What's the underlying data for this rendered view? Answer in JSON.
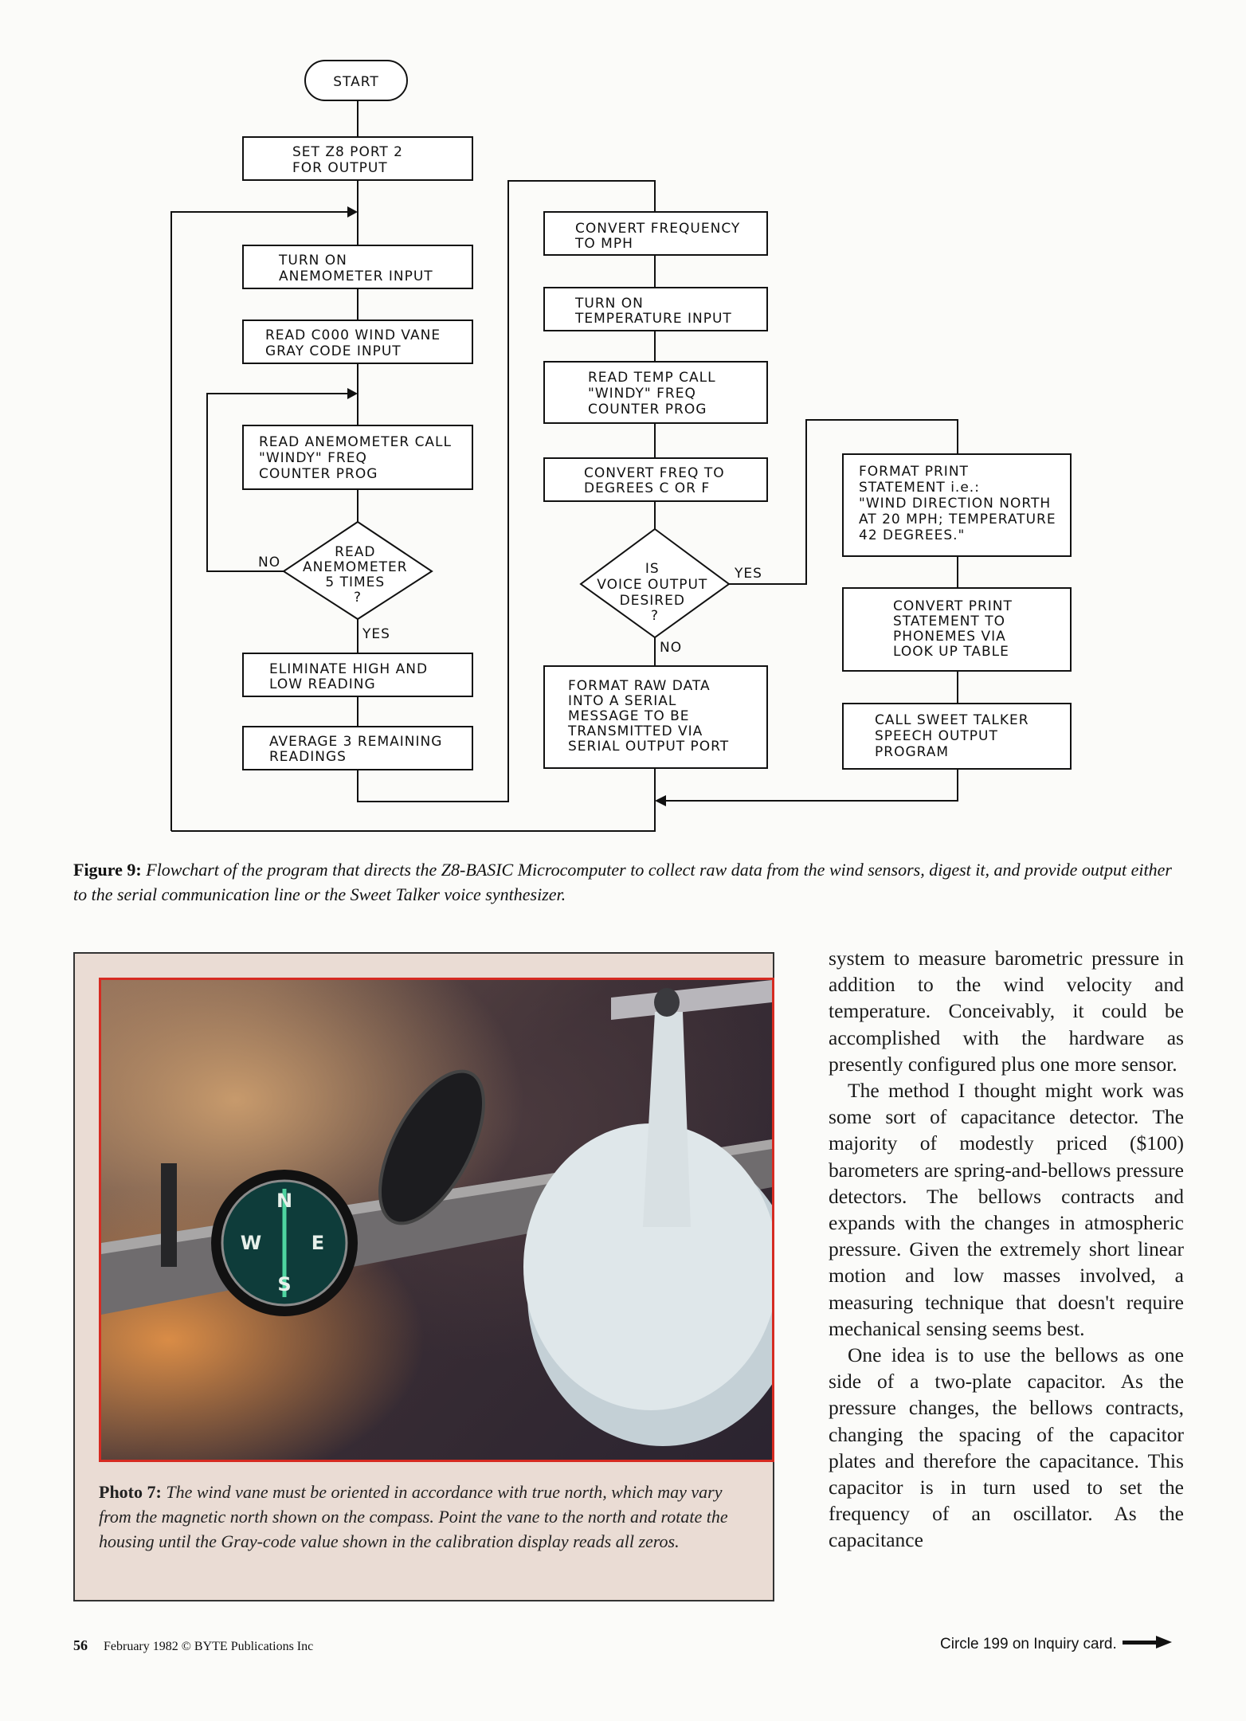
{
  "flowchart": {
    "start": "START",
    "set_port": [
      "SET Z8 PORT 2",
      "FOR OUTPUT"
    ],
    "turn_on_anemometer": [
      "TURN ON",
      "ANEMOMETER INPUT"
    ],
    "read_wind_vane": [
      "READ C000 WIND VANE",
      "GRAY CODE INPUT"
    ],
    "read_anemometer": [
      "READ ANEMOMETER CALL",
      "\"WINDY\" FREQ",
      "COUNTER PROG"
    ],
    "decision_anemometer": [
      "READ",
      "ANEMOMETER",
      "5 TIMES",
      "?"
    ],
    "no_label": "NO",
    "yes_label": "YES",
    "eliminate": [
      "ELIMINATE HIGH AND",
      "LOW READING"
    ],
    "average": [
      "AVERAGE 3 REMAINING",
      "READINGS"
    ],
    "convert_mph": [
      "CONVERT FREQUENCY",
      "TO MPH"
    ],
    "turn_on_temp": [
      "TURN ON",
      "TEMPERATURE INPUT"
    ],
    "read_temp": [
      "READ TEMP CALL",
      "\"WINDY\" FREQ",
      "COUNTER PROG"
    ],
    "convert_degrees": [
      "CONVERT FREQ TO",
      "DEGREES C OR F"
    ],
    "decision_voice": [
      "IS",
      "VOICE OUTPUT",
      "DESIRED",
      "?"
    ],
    "format_raw": [
      "FORMAT RAW DATA",
      "INTO A SERIAL",
      "MESSAGE TO BE",
      "TRANSMITTED VIA",
      "SERIAL OUTPUT PORT"
    ],
    "format_print": [
      "FORMAT PRINT",
      "STATEMENT i.e.:",
      "\"WIND DIRECTION NORTH",
      "AT 20 MPH; TEMPERATURE",
      "42 DEGREES.\""
    ],
    "convert_phonemes": [
      "CONVERT PRINT",
      "STATEMENT TO",
      "PHONEMES VIA",
      "LOOK UP TABLE"
    ],
    "call_sweet_talker": [
      "CALL SWEET TALKER",
      "SPEECH OUTPUT",
      "PROGRAM"
    ]
  },
  "figure_caption": {
    "label": "Figure 9:",
    "text": "Flowchart of the program that directs the Z8-BASIC Microcomputer to collect raw data from the wind sensors, digest it, and provide output either to the serial communication line or the Sweet Talker voice synthesizer."
  },
  "photo": {
    "compass_letters": [
      "N",
      "E",
      "S",
      "W"
    ],
    "caption_label": "Photo 7:",
    "caption_text": "The wind vane must be oriented in accordance with true north, which may vary from the magnetic north shown on the compass. Point the vane to the north and rotate the housing until the Gray-code value shown in the calibration display reads all zeros."
  },
  "body_text": [
    "system to measure barometric pressure in addition to the wind velocity and temperature. Conceivably, it could be accomplished with the hardware as presently configured plus one more sensor.",
    "The method I thought might work was some sort of capacitance detector. The majority of modestly priced ($100) barometers are spring-and-bellows pressure detectors. The bellows contracts and expands with the changes in atmospheric pressure. Given the extremely short linear motion and low masses involved, a measuring technique that doesn't require mechanical sensing seems best.",
    "One idea is to use the bellows as one side of a two-plate capacitor. As the pressure changes, the bellows contracts, changing the spacing of the capacitor plates and therefore the capacitance. This capacitor is in turn used to set the frequency of an oscillator. As the capacitance"
  ],
  "footer": {
    "page_number": "56",
    "issue": "February 1982 © BYTE Publications Inc",
    "inquiry": "Circle 199 on Inquiry card."
  }
}
